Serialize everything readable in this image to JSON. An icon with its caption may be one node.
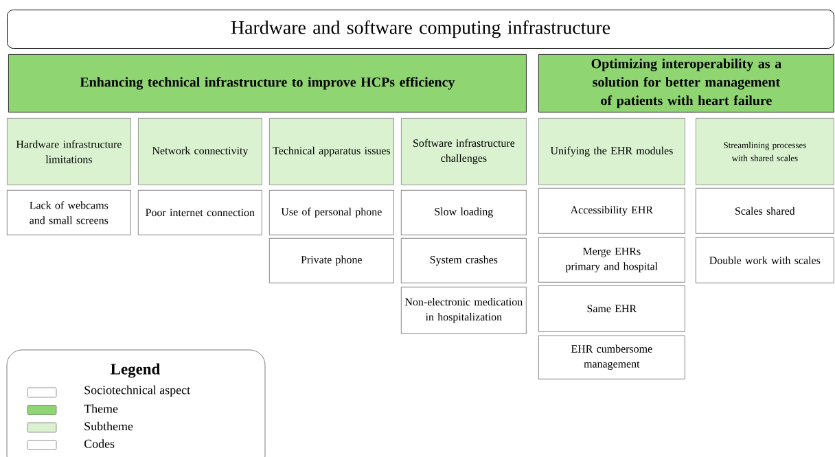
{
  "diagram": {
    "nodes": [
      {
        "text": [
          "Hardware and software computing infrastructure"
        ]
      },
      {
        "text": [
          "Enhancing technical infrastructure to improve HCPs efficiency"
        ]
      },
      {
        "text": [
          "Optimizing interoperability as a solution for better management of patients with heart failure"
        ]
      },
      {
        "text": [
          "Hardware infrastructure limitations"
        ]
      },
      {
        "text": [
          "Network connectivity"
        ]
      },
      {
        "text": [
          "Technical apparatus issues"
        ]
      },
      {
        "text": [
          "Software infrastructure challenges"
        ]
      },
      {
        "text": [
          "Unifying the EHR modules"
        ]
      },
      {
        "text": [
          "Streamlining processes with shared scales"
        ]
      },
      {
        "text": [
          "Lack of webcams and small screens"
        ]
      },
      {
        "text": [
          "Poor internet connection"
        ]
      },
      {
        "text": [
          "Use of personal phone"
        ]
      },
      {
        "text": [
          "Private phone"
        ]
      },
      {
        "text": [
          "Slow loading"
        ]
      },
      {
        "text": [
          "System crashes"
        ]
      },
      {
        "text": [
          "Non-electronic medication in hospitalization"
        ]
      },
      {
        "text": [
          "Accessibility EHR"
        ]
      },
      {
        "text": [
          "Merge EHRs primary and hospital"
        ]
      },
      {
        "text": [
          "Same EHR"
        ]
      },
      {
        "text": [
          "EHR cumbersome management"
        ]
      },
      {
        "text": [
          "Scales shared"
        ]
      },
      {
        "text": [
          "Double work with scales"
        ]
      }
    ],
    "labels": [
      "Legend"
    ],
    "legend": [
      {
        "text": "Sociotechnical aspect"
      },
      {
        "text": "Theme",
        "color": "#8fd672"
      },
      {
        "text": "Subtheme",
        "color": "#daf2d0"
      },
      {
        "text": "Codes"
      }
    ]
  }
}
